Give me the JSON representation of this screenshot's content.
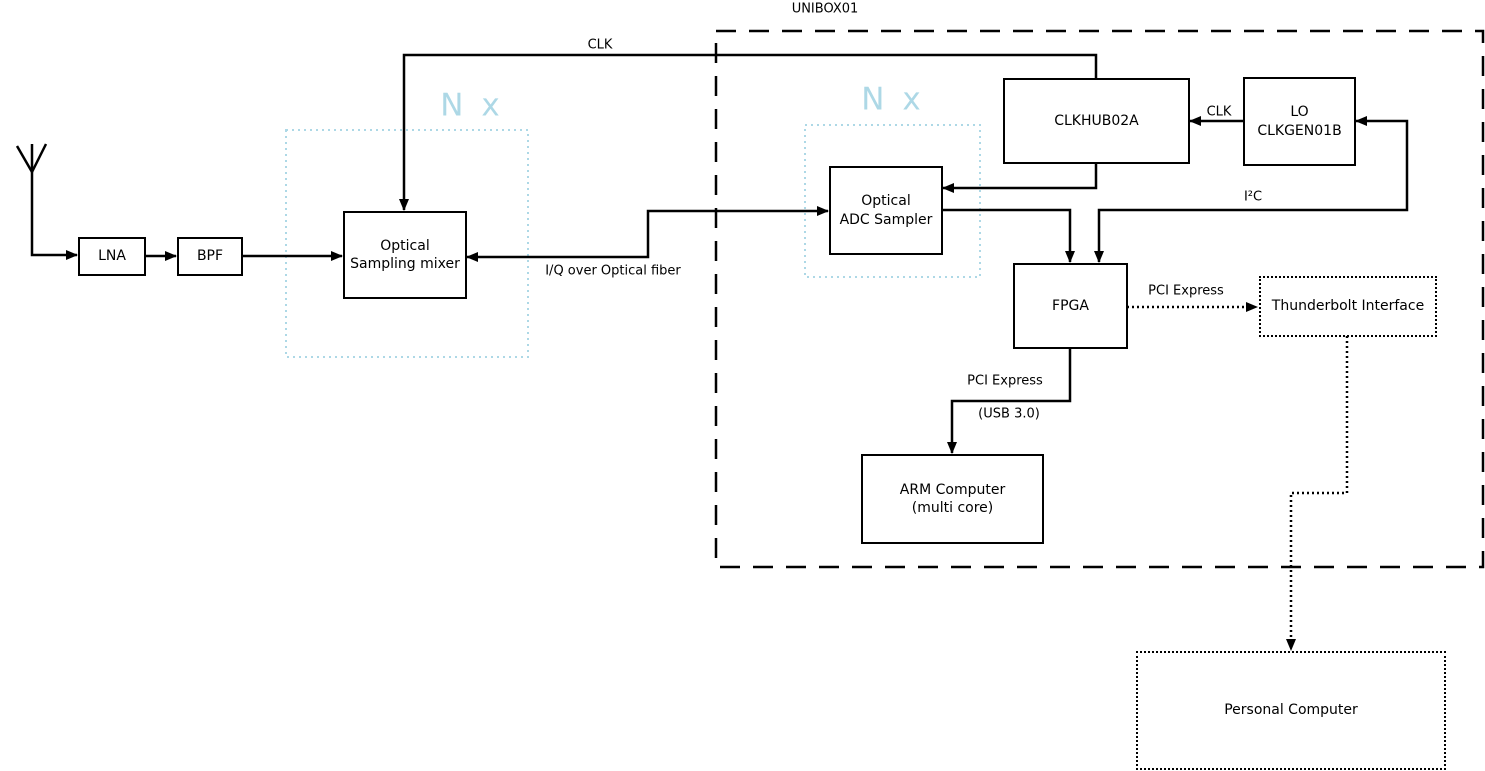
{
  "title": "UNIBOX01",
  "multiplier_label": "N x",
  "nodes": {
    "lna": "LNA",
    "bpf": "BPF",
    "optical_sampling_mixer": "Optical\nSampling mixer",
    "optical_adc_sampler": "Optical\nADC Sampler",
    "clkhub02a": "CLKHUB02A",
    "lo_clkgen01b": "LO\nCLKGEN01B",
    "fpga": "FPGA",
    "arm_computer": "ARM Computer\n(multi core)",
    "thunderbolt_interface": "Thunderbolt Interface",
    "personal_computer": "Personal Computer"
  },
  "edge_labels": {
    "clk_master": "CLK",
    "iq_fiber": "I/Q over Optical fiber",
    "clk_lo_to_hub": "CLK",
    "i2c_bus": "I²C",
    "pci_express_thunderbolt": "PCI Express",
    "pci_express_arm": "PCI Express",
    "usb30": "(USB 3.0)"
  },
  "connections": [
    {
      "from": "antenna",
      "to": "lna",
      "style": "solid"
    },
    {
      "from": "lna",
      "to": "bpf",
      "style": "solid"
    },
    {
      "from": "bpf",
      "to": "optical_sampling_mixer",
      "style": "solid"
    },
    {
      "from": "clkhub02a",
      "to": "optical_sampling_mixer",
      "label": "CLK",
      "style": "solid"
    },
    {
      "from": "optical_sampling_mixer",
      "to": "optical_adc_sampler",
      "label": "I/Q over Optical fiber",
      "style": "solid",
      "bidirectional": true
    },
    {
      "from": "clkhub02a",
      "to": "optical_adc_sampler",
      "style": "solid"
    },
    {
      "from": "optical_adc_sampler",
      "to": "fpga",
      "style": "solid"
    },
    {
      "from": "lo_clkgen01b",
      "to": "clkhub02a",
      "label": "CLK",
      "style": "solid"
    },
    {
      "from": "fpga",
      "to": "lo_clkgen01b",
      "label": "I²C",
      "style": "solid",
      "bidirectional": true
    },
    {
      "from": "fpga",
      "to": "thunderbolt_interface",
      "label": "PCI Express",
      "style": "dotted"
    },
    {
      "from": "fpga",
      "to": "arm_computer",
      "label": "PCI Express (USB 3.0)",
      "style": "solid"
    },
    {
      "from": "thunderbolt_interface",
      "to": "personal_computer",
      "style": "dotted"
    }
  ],
  "colors": {
    "multiplier_accent": "#ADD8E6",
    "line_color": "#000000",
    "background": "#FFFFFF"
  }
}
